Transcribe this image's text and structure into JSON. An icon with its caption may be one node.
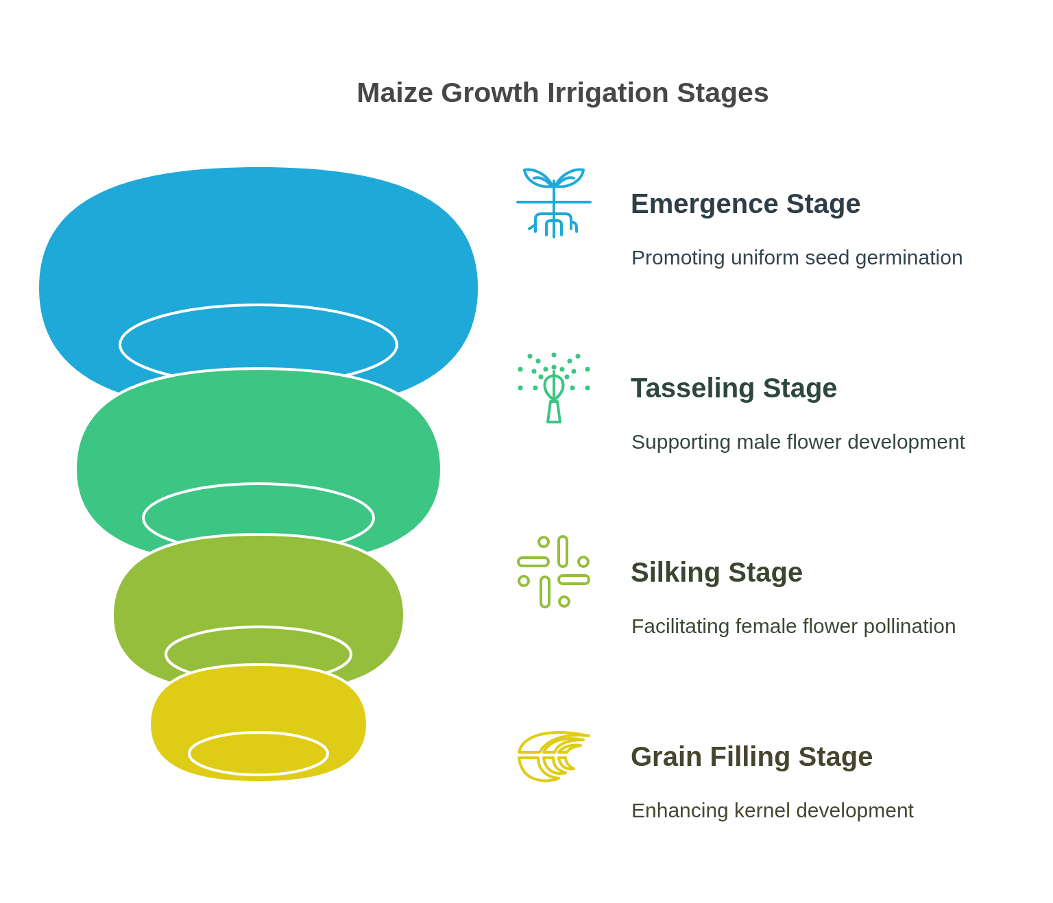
{
  "diagram": {
    "title": "Maize Growth Irrigation Stages",
    "labels": [
      "Emergence Stage",
      "Promoting uniform seed germination",
      "Tasseling Stage",
      "Supporting male flower development",
      "Silking Stage",
      "Facilitating female flower pollination",
      "Grain Filling Stage",
      "Enhancing kernel development"
    ]
  }
}
